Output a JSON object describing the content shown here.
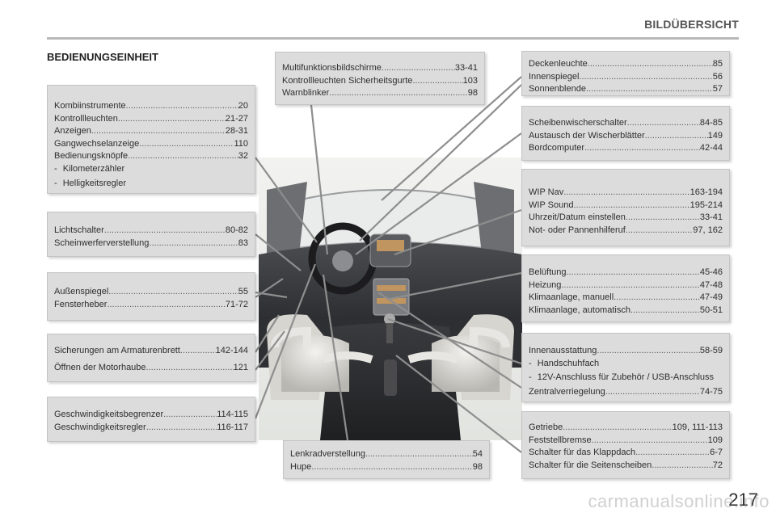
{
  "header": {
    "title": "BILDÜBERSICHT"
  },
  "section_title": "BEDIENUNGSEINHEIT",
  "boxes": {
    "kombi": {
      "rows": [
        {
          "label": "Kombiinstrumente",
          "page": "20"
        },
        {
          "label": "Kontrollleuchten",
          "page": "21-27"
        },
        {
          "label": "Anzeigen",
          "page": "28-31"
        },
        {
          "label": "Gangwechselanzeige",
          "page": "110"
        },
        {
          "label": "Bedienungsknöpfe",
          "page": "32"
        }
      ],
      "subs": [
        "Kilometerzähler",
        "Helligkeitsregler"
      ]
    },
    "licht": {
      "rows": [
        {
          "label": "Lichtschalter",
          "page": "80-82"
        },
        {
          "label": "Scheinwerferverstellung",
          "page": "83"
        }
      ]
    },
    "spiegel": {
      "rows": [
        {
          "label": "Außenspiegel",
          "page": "55"
        },
        {
          "label": "Fensterheber",
          "page": "71-72"
        }
      ]
    },
    "sicherung": {
      "rows": [
        {
          "label": "Sicherungen am Armaturenbrett",
          "page": "142-144"
        },
        {
          "label": "Öffnen der Motorhaube",
          "page": "121"
        }
      ]
    },
    "geschw": {
      "rows": [
        {
          "label": "Geschwindigkeitsbegrenzer",
          "page": "114-115"
        },
        {
          "label": "Geschwindigkeitsregler",
          "page": "116-117"
        }
      ]
    },
    "multi": {
      "rows": [
        {
          "label": "Multifunktionsbildschirme",
          "page": "33-41"
        },
        {
          "label": "Kontrollleuchten Sicherheitsgurte",
          "page": "103"
        },
        {
          "label": "Warnblinker",
          "page": "98"
        }
      ]
    },
    "lenkrad": {
      "rows": [
        {
          "label": "Lenkradverstellung",
          "page": "54"
        },
        {
          "label": "Hupe",
          "page": "98"
        }
      ]
    },
    "decke": {
      "rows": [
        {
          "label": "Deckenleuchte",
          "page": "85"
        },
        {
          "label": "Innenspiegel",
          "page": "56"
        },
        {
          "label": "Sonnenblende",
          "page": "57"
        }
      ]
    },
    "wischer": {
      "rows": [
        {
          "label": "Scheibenwischerschalter",
          "page": "84-85"
        },
        {
          "label": "Austausch der Wischerblätter",
          "page": "149"
        },
        {
          "label": "Bordcomputer",
          "page": "42-44"
        }
      ]
    },
    "wip": {
      "rows": [
        {
          "label": "WIP Nav",
          "page": "163-194"
        },
        {
          "label": "WIP Sound",
          "page": "195-214"
        },
        {
          "label": "Uhrzeit/Datum einstellen",
          "page": "33-41"
        },
        {
          "label": "Not- oder Pannenhilferuf",
          "page": "97, 162"
        }
      ]
    },
    "lueftung": {
      "rows": [
        {
          "label": "Belüftung",
          "page": "45-46"
        },
        {
          "label": "Heizung",
          "page": "47-48"
        },
        {
          "label": "Klimaanlage, manuell",
          "page": "47-49"
        },
        {
          "label": "Klimaanlage, automatisch",
          "page": "50-51"
        }
      ]
    },
    "innen": {
      "head": {
        "label": "Innenausstattung",
        "page": "58-59"
      },
      "subs": [
        "Handschuhfach",
        "12V-Anschluss für Zubehör / USB-Anschluss"
      ],
      "tail": {
        "label": "Zentralverriegelung",
        "page": "74-75"
      }
    },
    "getriebe": {
      "rows": [
        {
          "label": "Getriebe",
          "page": "109, 111-113"
        },
        {
          "label": "Feststellbremse",
          "page": "109"
        },
        {
          "label": "Schalter für das Klappdach",
          "page": "6-7"
        },
        {
          "label": "Schalter für die Seitenscheiben",
          "page": "72"
        }
      ]
    }
  },
  "page_number": "217",
  "watermark": "carmanualsonline.info"
}
